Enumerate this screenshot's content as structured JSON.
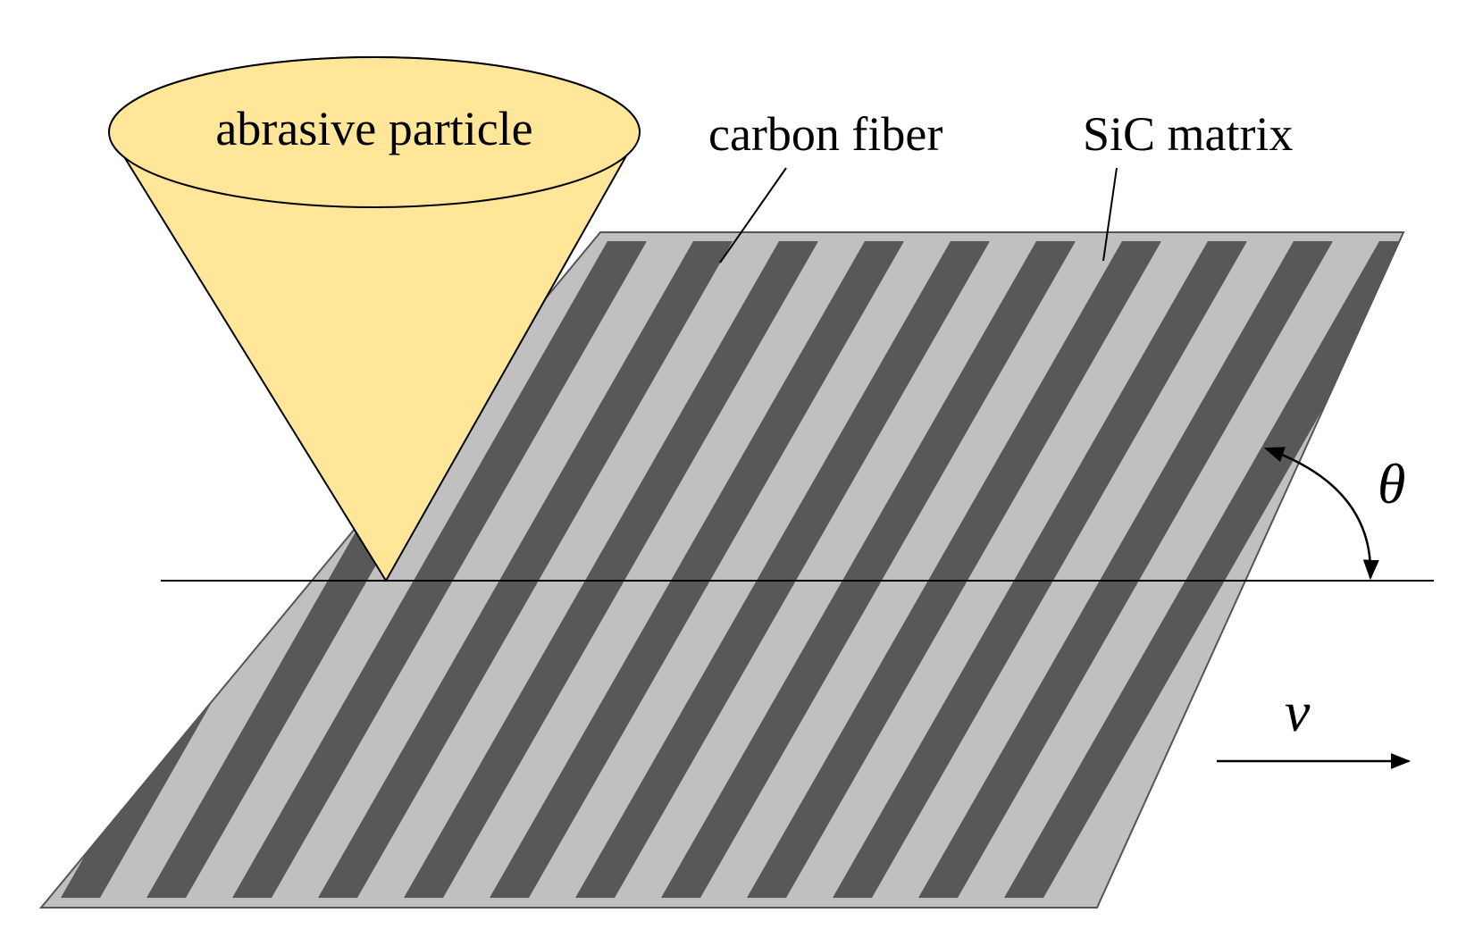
{
  "labels": {
    "particle": "abrasive particle",
    "fiber": "carbon fiber",
    "matrix": "SiC matrix",
    "angle": "θ",
    "velocity": "v"
  },
  "colors": {
    "matrix": "#c0c0c0",
    "fiber": "#585858",
    "particle": "#ffe699",
    "outline": "#000000",
    "background": "#ffffff"
  },
  "fiber_count": 12
}
